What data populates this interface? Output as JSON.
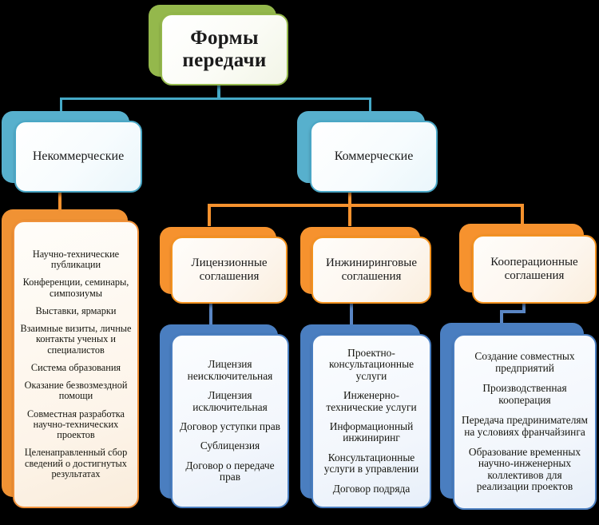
{
  "diagram": {
    "title_node": {
      "label": "Формы\nпередачи",
      "color": "#94b84c"
    },
    "level2": [
      {
        "name": "non-commercial",
        "label": "Некоммерческие",
        "color": "#57b0cd"
      },
      {
        "name": "commercial",
        "label": "Коммерческие",
        "color": "#57b0cd"
      }
    ],
    "non_commercial_items": [
      "Научно-технические публикации",
      "Конференции, семинары, симпозиумы",
      "Выставки, ярмарки",
      "Взаимные визиты, личные контакты ученых и специалистов",
      "Система образования",
      "Оказание безвозмездной помощи",
      "Совместная разработка научно-технических проектов",
      "Целенаправленный сбор сведений о достигнутых результатах"
    ],
    "commercial_groups": [
      {
        "name": "license-agreements",
        "heading": "Лицензионные\nсоглашения",
        "items": [
          "Лицензия неисключительная",
          "Лицензия исключительная",
          "Договор уступки прав",
          "Сублицензия",
          "Договор о передаче прав"
        ]
      },
      {
        "name": "engineering-agreements",
        "heading": "Инжиниринговые\nсоглашения",
        "items": [
          "Проектно-консультационные услуги",
          "Инженерно-технические услуги",
          "Информационный инжиниринг",
          "Консультационные услуги в управлении",
          "Договор подряда"
        ]
      },
      {
        "name": "cooperation-agreements",
        "heading": "Кооперационные\nсоглашения",
        "items": [
          "Создание совместных предприятий",
          "Производственная кооперация",
          "Передача предринимателям на условиях франчайзинга",
          "Образование временных научно-инженерных коллективов для реализации проектов"
        ]
      }
    ],
    "colors": {
      "green": "#94b84c",
      "teal": "#57b0cd",
      "orange": "#f6922e",
      "blue": "#4a7ec0",
      "background": "#000000"
    }
  }
}
